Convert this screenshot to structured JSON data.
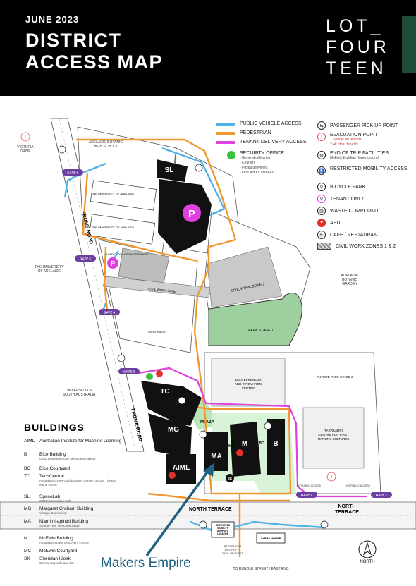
{
  "header": {
    "date": "JUNE 2023",
    "title_line1": "DISTRICT",
    "title_line2": "ACCESS MAP",
    "logo_line1": "LOT_",
    "logo_line2": "FOUR",
    "logo_line3": "TEEN"
  },
  "colors": {
    "vehicle": "#4fb3e8",
    "pedestrian": "#f2972e",
    "delivery": "#e040e0",
    "park_green": "#9ecf9e",
    "building": "#111111",
    "header_bg": "#000000"
  },
  "legend": {
    "public_vehicle": "PUBLIC VEHICLE ACCESS",
    "pedestrian": "PEDESTRIAN",
    "delivery": "TENANT DELIVERY ACCESS",
    "security_title": "SECURITY OFFICE",
    "security_items": [
      "- General deliveries",
      "- Couriers",
      "- Postal deliveries",
      "- First Aid Kit and AED"
    ],
    "pickup": "PASSENGER PICK UP POINT",
    "evac_title": "EVACUATION POINT",
    "evac_1": "1 SpaceLab tenants",
    "evac_2": "2 All other tenants",
    "eot_title": "END OF TRIP FACILITIES",
    "eot_sub": "McEwin Building (lower ground)",
    "restricted": "RESTRICTED MOBILITY ACCESS",
    "bicycle": "BICYCLE PARK",
    "tenant_only": "TENANT ONLY",
    "waste": "WASTE COMPOUND",
    "aed": "AED",
    "cafe": "CAFE / RESTAURANT",
    "civil": "CIVIL WORK ZONES 1 & 2"
  },
  "map": {
    "victoria_drive": "VICTORIA DRIVE",
    "botanic_high": "ADELAIDE BOTANIC HIGH SCHOOL",
    "gate6": "GATE 6",
    "gate5": "GATE 5",
    "gate4": "GATE 4",
    "gate3": "GATE 3",
    "gate2": "GATE 2",
    "gate1": "GATE 1",
    "frome_road_top": "FROME ROAD",
    "frome_road_bottom": "FROME ROAD",
    "uni_adelaide": "THE UNIVERSITY OF ADELAIDE",
    "uni_bldg1": "THE UNIVERSITY OF ADELAIDE",
    "uni_bldg2": "THE UNIVERSITY OF ADELAIDE",
    "uni_sa": "UNIVERSITY OF SOUTH AUSTRALIA",
    "sa_path_parking": "SA PATHOLOGY & SERVICE PARKING",
    "sa_pathology": "SA PATHOLOGY",
    "no_public": "NO PUBLIC ACCESS",
    "civil1": "CIVIL WORK ZONE 1",
    "civil2": "CIVIL WORK ZONE 2",
    "park_stage1": "PARK STAGE 1",
    "botanic_garden": "ADELAIDE BOTANIC GARDEN",
    "eic": "ENTREPRENEUR AND INNOVATION CENTRE",
    "future_park": "FUTURE PARK STAGE 2",
    "tarrkarri": "TARRKARRI CENTRE FOR FIRST NATIONS CULTURES",
    "plaza": "PLAZA",
    "north_terrace_1": "NORTH TERRACE",
    "north_terrace_2": "NORTH TERRACE",
    "restricted_dropoff": "RESTRICTED MOBILITY DROP OFF LOCATION",
    "passenger_dropoff": "PASSENGER DROP OFF / PICK UP POINT",
    "ayers_house": "AYERS HOUSE",
    "rundle": "TO RUNDLE STREET / EAST END",
    "north": "NORTH",
    "p": "P",
    "bldg_sl": "SL",
    "bldg_tc": "TC",
    "bldg_mg": "MG",
    "bldg_aiml": "AIML",
    "bldg_ma": "MA",
    "bldg_m": "M",
    "bldg_b": "B",
    "bldg_mc": "MC",
    "bldg_bc": "BC",
    "bldg_sk": "SK",
    "evac_num1": "1",
    "evac_num2": "2"
  },
  "buildings": {
    "title": "BUILDINGS",
    "items": [
      {
        "code": "AIML",
        "name": "Australian Institute for Machine Learning",
        "detail": ""
      },
      {
        "code": "B",
        "name": "Bice Building",
        "detail": "Good Neighbour Deli Showcase Gallery"
      },
      {
        "code": "BC",
        "name": "Bice Courtyard",
        "detail": ""
      },
      {
        "code": "TC",
        "name": "TechCentral",
        "detail": "Australian Cyber Collaboration Centre Lecture Theatre Mural Room"
      },
      {
        "code": "SL",
        "name": "SpaceLab",
        "detail": "CORE Innovation Hub"
      },
      {
        "code": "MG",
        "name": "Margaret Graham Building",
        "detail": "Vintage Boardroom"
      },
      {
        "code": "MA",
        "name": "Mamimi-apinthi Building",
        "detail": "Startup Hub The Launchpad"
      },
      {
        "code": "M",
        "name": "McEwin Building",
        "detail": "Australian Space Discovery Centre"
      },
      {
        "code": "MC",
        "name": "McEwin Courtyard",
        "detail": ""
      },
      {
        "code": "SK",
        "name": "Sheridan Kiosk",
        "detail": "Community cafe and bar"
      }
    ]
  },
  "caption": "Makers Empire"
}
